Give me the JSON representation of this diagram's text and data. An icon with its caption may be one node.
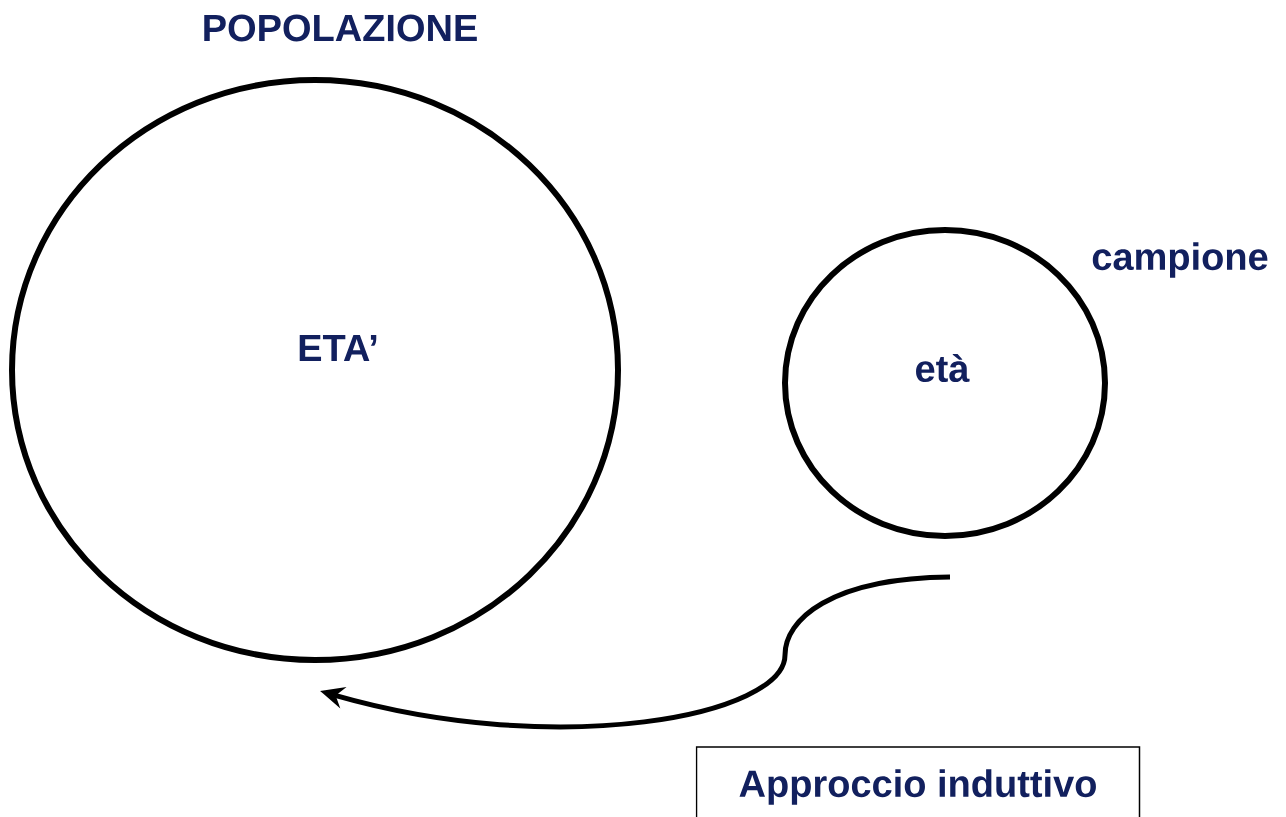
{
  "diagram": {
    "nodes": [
      {
        "text": [
          "POPOLAZIONE",
          "ETA’"
        ]
      },
      {
        "text": [
          "campione",
          "età"
        ]
      },
      {
        "text": [
          "Approccio induttivo"
        ]
      }
    ],
    "edges": [
      {
        "from": 1,
        "to": 0,
        "arrow": "to"
      }
    ]
  }
}
